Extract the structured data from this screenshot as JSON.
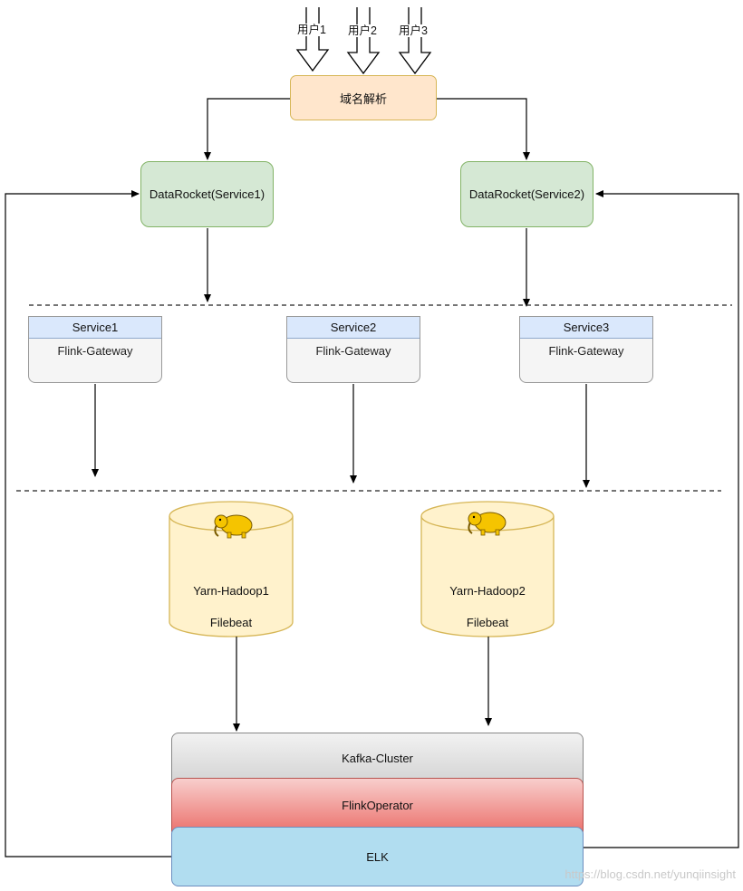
{
  "users": [
    "用户1",
    "用户2",
    "用户3"
  ],
  "dns": "域名解析",
  "datarocket": [
    "DataRocket(Service1)",
    "DataRocket(Service2)"
  ],
  "services": [
    {
      "title": "Service1",
      "subtitle": "Flink-Gateway"
    },
    {
      "title": "Service2",
      "subtitle": "Flink-Gateway"
    },
    {
      "title": "Service3",
      "subtitle": "Flink-Gateway"
    }
  ],
  "clusters": [
    {
      "name": "Yarn-Hadoop1",
      "agent": "Filebeat",
      "icon": "hadoop-elephant-icon"
    },
    {
      "name": "Yarn-Hadoop2",
      "agent": "Filebeat",
      "icon": "hadoop-elephant-icon"
    }
  ],
  "stack": {
    "kafka": "Kafka-Cluster",
    "flink_operator": "FlinkOperator",
    "elk": "ELK"
  },
  "watermark": "https://blog.csdn.net/yunqiinsight",
  "colors": {
    "dns_fill": "#ffe6cc",
    "dns_stroke": "#d6b656",
    "datarocket_fill": "#d5e8d4",
    "datarocket_stroke": "#82b366",
    "service_header": "#dae8fc",
    "service_body": "#f5f5f5",
    "cylinder_fill": "#fff2cc",
    "cylinder_stroke": "#d6b656",
    "kafka_fill": "#e0e0e0",
    "flinkoperator_fill": "#f19c99",
    "elk_fill": "#b1ddf0"
  }
}
